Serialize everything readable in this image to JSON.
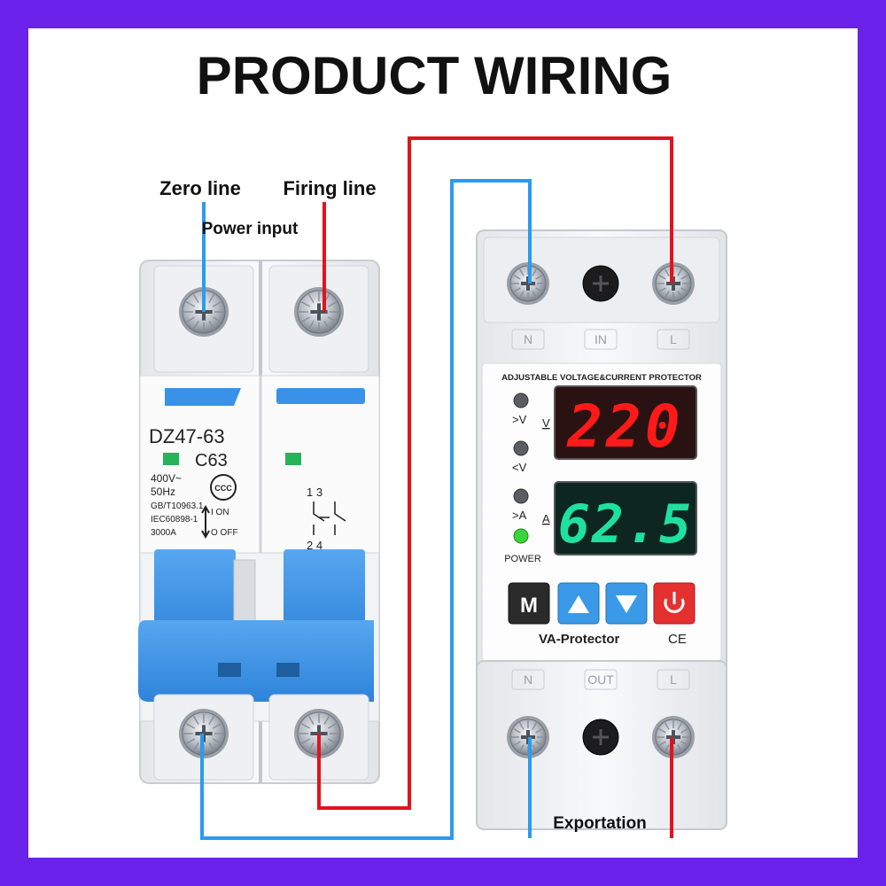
{
  "title": "PRODUCT WIRING",
  "labels": {
    "zero_line": "Zero line",
    "firing_line": "Firing line",
    "power_input": "Power input",
    "exportation": "Exportation"
  },
  "breaker": {
    "model": "DZ47-63",
    "rating": "C63",
    "spec_lines": [
      "400V~",
      "50Hz",
      "GB/T10963.1",
      "IEC60898-1",
      "3000A"
    ],
    "on_label": "I  ON",
    "off_label": "O OFF",
    "ccc_mark": "CCC",
    "pole_top": "1  3",
    "pole_bottom": "2  4"
  },
  "protector": {
    "header": "ADJUSTABLE VOLTAGE&CURRENT PROTECTOR",
    "voltage_display": "220",
    "current_display": "62.5",
    "voltage_unit": "V",
    "current_unit": "A",
    "indicators": [
      ">V",
      "<V",
      ">A"
    ],
    "power_label": "POWER",
    "brand": "VA-Protector",
    "ce_mark": "CE",
    "mode_button": "M",
    "top_terminals": [
      "N",
      "IN",
      "L"
    ],
    "bottom_terminals": [
      "N",
      "OUT",
      "L"
    ]
  },
  "colors": {
    "neutral_wire": "#2a9bf0",
    "live_wire": "#e3131c",
    "breaker_blue": "#3a92e8",
    "frame_purple": "#6a22ea",
    "voltage_digits": "#ff1a1a",
    "current_digits": "#1fe0a0",
    "power_led": "#3bd43b"
  },
  "icons": {
    "up_button": "triangle-up-icon",
    "down_button": "triangle-down-icon",
    "power_button": "power-icon",
    "terminal": "phillips-screw-icon"
  }
}
